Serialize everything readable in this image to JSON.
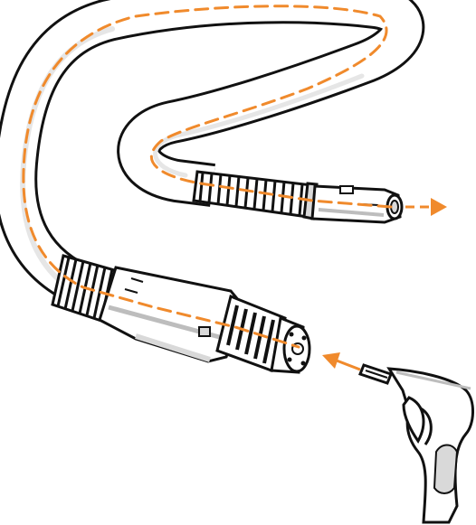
{
  "illustration": {
    "colors": {
      "outline": "#111111",
      "body": "#ffffff",
      "shade": "#d9d9d9",
      "shade_dark": "#bdbdbd",
      "airflow": "#f08a2c"
    },
    "airflow": {
      "direction": "from-gun-into-connector-out-through-torch-tip",
      "arrows": [
        "inlet-arrow",
        "outlet-arrow"
      ]
    },
    "parts": [
      "air-blow-gun",
      "connector-end",
      "welding-cable",
      "gooseneck",
      "torch-tip"
    ]
  }
}
